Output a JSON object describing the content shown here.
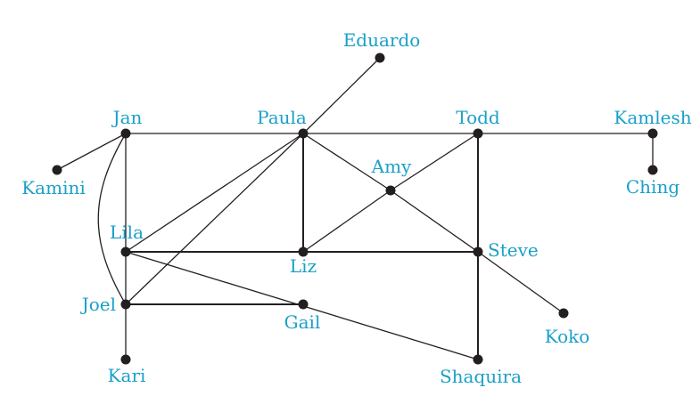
{
  "colors": {
    "node": "#231f20",
    "edge": "#231f20",
    "label": "#1aa0c8",
    "background": "#ffffff"
  },
  "nodes": [
    {
      "id": "eduardo",
      "label": "Eduardo"
    },
    {
      "id": "jan",
      "label": "Jan"
    },
    {
      "id": "paula",
      "label": "Paula"
    },
    {
      "id": "todd",
      "label": "Todd"
    },
    {
      "id": "kamlesh",
      "label": "Kamlesh"
    },
    {
      "id": "kamini",
      "label": "Kamini"
    },
    {
      "id": "amy",
      "label": "Amy"
    },
    {
      "id": "ching",
      "label": "Ching"
    },
    {
      "id": "lila",
      "label": "Lila"
    },
    {
      "id": "liz",
      "label": "Liz"
    },
    {
      "id": "steve",
      "label": "Steve"
    },
    {
      "id": "joel",
      "label": "Joel"
    },
    {
      "id": "gail",
      "label": "Gail"
    },
    {
      "id": "koko",
      "label": "Koko"
    },
    {
      "id": "kari",
      "label": "Kari"
    },
    {
      "id": "shaquira",
      "label": "Shaquira"
    }
  ],
  "edges": [
    {
      "from": "jan",
      "to": "paula"
    },
    {
      "from": "paula",
      "to": "todd"
    },
    {
      "from": "todd",
      "to": "kamlesh"
    },
    {
      "from": "kamlesh",
      "to": "ching"
    },
    {
      "from": "jan",
      "to": "kamini"
    },
    {
      "from": "jan",
      "to": "lila"
    },
    {
      "from": "jan",
      "to": "joel"
    },
    {
      "from": "paula",
      "to": "eduardo"
    },
    {
      "from": "paula",
      "to": "lila"
    },
    {
      "from": "paula",
      "to": "joel"
    },
    {
      "from": "paula",
      "to": "liz"
    },
    {
      "from": "paula",
      "to": "amy"
    },
    {
      "from": "amy",
      "to": "liz"
    },
    {
      "from": "amy",
      "to": "todd"
    },
    {
      "from": "amy",
      "to": "steve"
    },
    {
      "from": "todd",
      "to": "steve"
    },
    {
      "from": "lila",
      "to": "liz"
    },
    {
      "from": "liz",
      "to": "steve"
    },
    {
      "from": "lila",
      "to": "joel"
    },
    {
      "from": "lila",
      "to": "shaquira"
    },
    {
      "from": "joel",
      "to": "gail"
    },
    {
      "from": "joel",
      "to": "kari"
    },
    {
      "from": "steve",
      "to": "shaquira"
    },
    {
      "from": "steve",
      "to": "koko"
    }
  ]
}
